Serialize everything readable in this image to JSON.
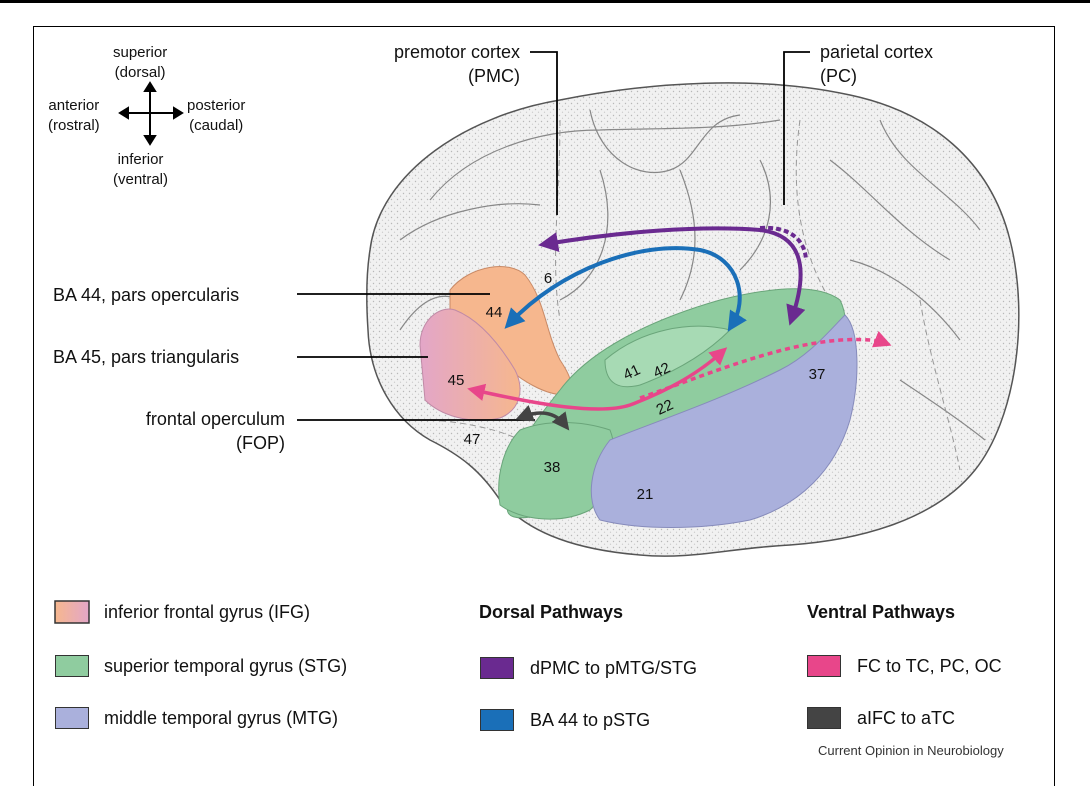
{
  "orientation": {
    "superior": "superior",
    "superior_sub": "(dorsal)",
    "inferior": "inferior",
    "inferior_sub": "(ventral)",
    "anterior": "anterior",
    "anterior_sub": "(rostral)",
    "posterior": "posterior",
    "posterior_sub": "(caudal)"
  },
  "labels": {
    "pmc": "premotor cortex",
    "pmc_abbr": "(PMC)",
    "pc": "parietal cortex",
    "pc_abbr": "(PC)",
    "ba44": "BA 44, pars opercularis",
    "ba45": "BA 45, pars triangularis",
    "fop": "frontal operculum",
    "fop_abbr": "(FOP)"
  },
  "areas": [
    "6",
    "44",
    "45",
    "47",
    "41",
    "42",
    "22",
    "38",
    "21",
    "37"
  ],
  "legend": {
    "ifg": "inferior frontal gyrus (IFG)",
    "stg": "superior temporal gyrus (STG)",
    "mtg": "middle temporal gyrus (MTG)",
    "dorsal_heading": "Dorsal Pathways",
    "dorsal_1": "dPMC to pMTG/STG",
    "dorsal_2": "BA 44 to pSTG",
    "ventral_heading": "Ventral Pathways",
    "ventral_1": "FC to TC, PC, OC",
    "ventral_2": "aIFC to aTC"
  },
  "credit": "Current Opinion in Neurobiology",
  "colors": {
    "ifg_start": "#f6b78e",
    "ifg_end": "#e3a6c8",
    "stg": "#8fcc9f",
    "mtg": "#aab0dc",
    "dorsal_purple": "#6a2a90",
    "dorsal_blue": "#1a6fb8",
    "ventral_pink": "#e8468a",
    "ventral_gray": "#444444"
  }
}
